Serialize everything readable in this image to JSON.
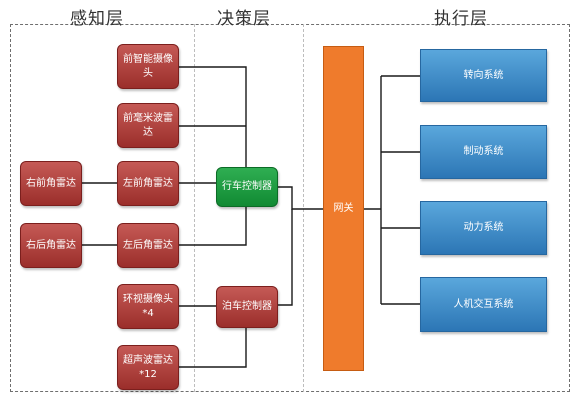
{
  "layers": {
    "perception": "感知层",
    "decision": "决策层",
    "execution": "执行层"
  },
  "sensors": {
    "front_camera": "前智能摄像头",
    "front_mmwave": "前毫米波雷达",
    "front_left_radar": "左前角雷达",
    "rear_left_radar": "左后角雷达",
    "surround_camera": "环视摄像头*4",
    "ultrasonic": "超声波雷达*12",
    "front_right_radar": "右前角雷达",
    "rear_right_radar": "右后角雷达"
  },
  "controllers": {
    "driving": "行车控制器",
    "parking": "泊车控制器"
  },
  "gateway": "网关",
  "systems": {
    "steering": "转向系统",
    "braking": "制动系统",
    "power": "动力系统",
    "hmi": "人机交互系统"
  },
  "colors": {
    "sensor": "#b2403c",
    "driving_controller": "#1e9b42",
    "gateway": "#ef7b2c",
    "system": "#3d8bc9"
  }
}
